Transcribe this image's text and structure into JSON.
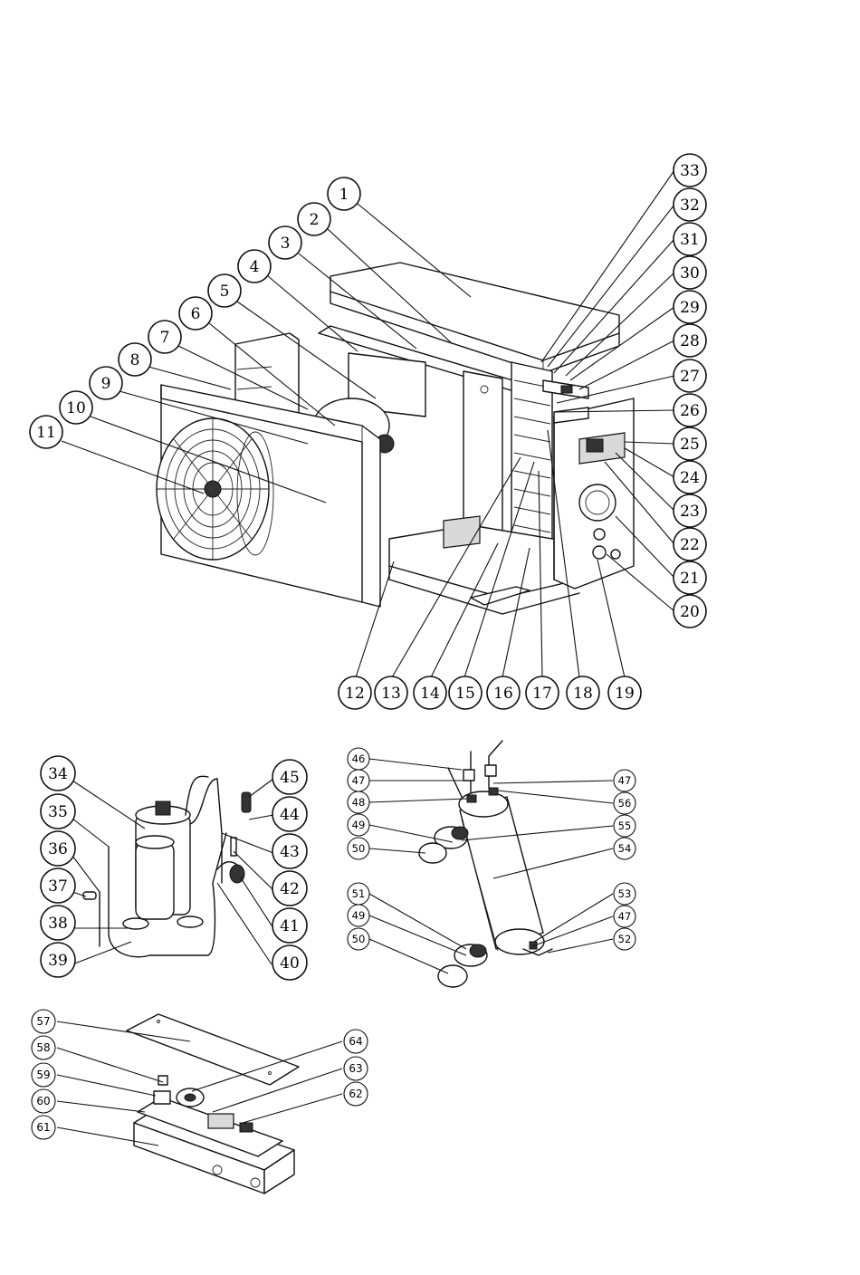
{
  "diagram": {
    "main_assembly": {
      "labels": [
        "1",
        "2",
        "3",
        "4",
        "5",
        "6",
        "7",
        "8",
        "9",
        "10",
        "11",
        "12",
        "13",
        "14",
        "15",
        "16",
        "17",
        "18",
        "19",
        "20",
        "21",
        "22",
        "23",
        "24",
        "25",
        "26",
        "27",
        "28",
        "29",
        "30",
        "31",
        "32",
        "33"
      ]
    },
    "compressor_assembly": {
      "labels": [
        "34",
        "35",
        "36",
        "37",
        "38",
        "39",
        "40",
        "41",
        "42",
        "43",
        "44",
        "45"
      ]
    },
    "heat_exchanger_assembly": {
      "labels": [
        "46",
        "47",
        "48",
        "49",
        "50",
        "51",
        "49",
        "50",
        "47",
        "56",
        "55",
        "54",
        "53",
        "47",
        "52"
      ]
    },
    "electrical_box_assembly": {
      "labels": [
        "57",
        "58",
        "59",
        "60",
        "61",
        "64",
        "63",
        "62"
      ]
    }
  }
}
